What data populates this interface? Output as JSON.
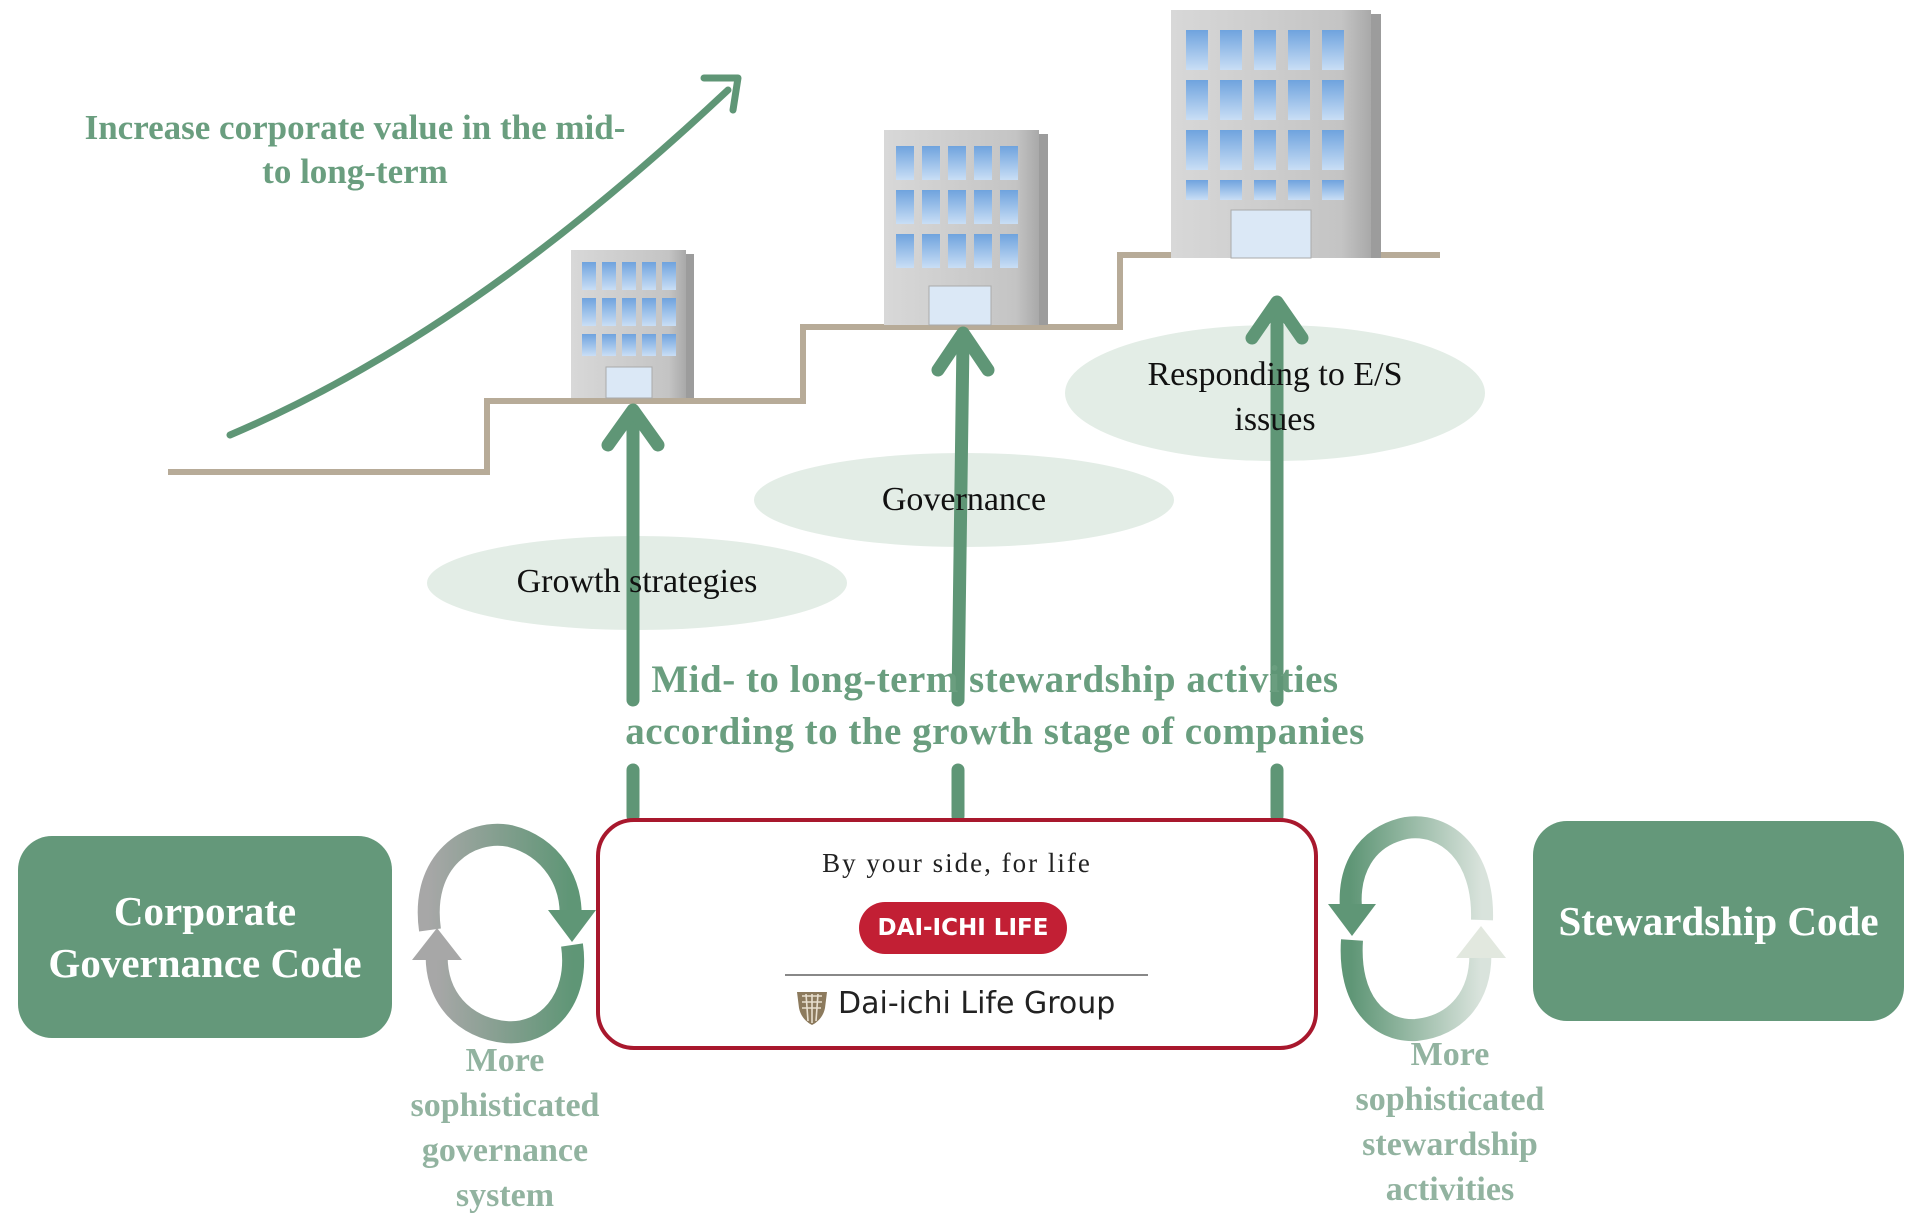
{
  "headline": {
    "line1": "Increase corporate value in the mid-",
    "line2": "to long-term"
  },
  "ellipses": {
    "growth": "Growth strategies",
    "governance": "Governance",
    "es_line1": "Responding to E/S",
    "es_line2": "issues"
  },
  "mid_text": {
    "line1": "Mid- to long-term stewardship activities",
    "line2": "according to the growth stage of companies"
  },
  "left_box": {
    "line1": "Corporate",
    "line2": "Governance Code"
  },
  "right_box": {
    "label": "Stewardship Code"
  },
  "left_cycle_label": [
    "More",
    "sophisticated",
    "governance",
    "system"
  ],
  "right_cycle_label": [
    "More",
    "sophisticated",
    "stewardship",
    "activities"
  ],
  "logo": {
    "tagline": "By your side, for life",
    "brand": "DAI-ICHI LIFE",
    "group": "Dai-ichi Life Group"
  },
  "colors": {
    "green": "#64987a",
    "arrow_green": "#5f9676",
    "text_green": "#6a9e7f",
    "ellipse_fill": "#e3ede6",
    "stair": "#b7ab98",
    "logo_red": "#a8182d",
    "building_gray": "#c9c9c9",
    "window_blue": "#8fb9e8"
  }
}
